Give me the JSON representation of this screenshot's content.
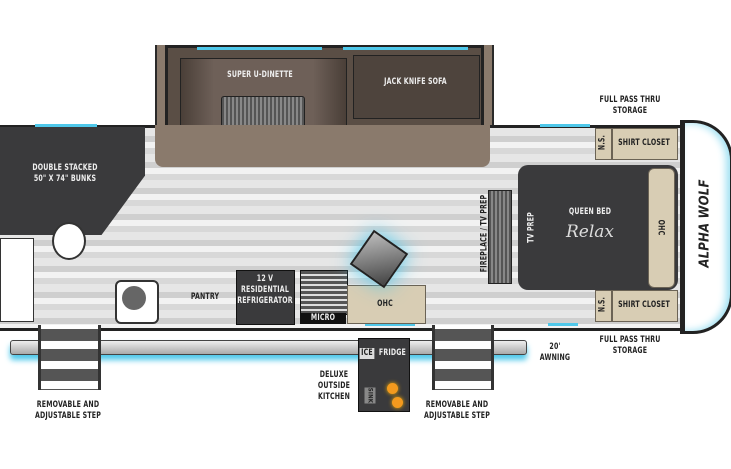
{
  "brand": {
    "logo_text": "ALPHA WOLF",
    "bed_logo": "Relax"
  },
  "rooms": {
    "dinette": "SUPER U-DINETTE",
    "sofa": "JACK KNIFE SOFA",
    "bunks": [
      "DOUBLE STACKED",
      "50\" X 74\" BUNKS"
    ],
    "bed": "QUEEN BED",
    "tv_prep": "TV PREP",
    "fireplace": "FIREPLACE / TV PREP",
    "ohc_bedroom": "OHC",
    "ns_top": "N.S.",
    "ns_bottom": "N.S.",
    "closet_top": "SHIRT CLOSET",
    "closet_bottom": "SHIRT CLOSET",
    "pantry": "PANTRY",
    "fridge": [
      "12 V",
      "RESIDENTIAL",
      "REFRIGERATOR"
    ],
    "micro": "MICRO",
    "ohc_kitchen": "OHC"
  },
  "exterior": {
    "storage_top": [
      "FULL PASS THRU",
      "STORAGE"
    ],
    "storage_bottom": [
      "FULL PASS THRU",
      "STORAGE"
    ],
    "awning": "20' AWNING",
    "outside_kitchen": [
      "DELUXE",
      "OUTSIDE",
      "KITCHEN"
    ],
    "ice": "ICE",
    "kitchen_fridge": "FRIDGE",
    "kitchen_sink": "SINK",
    "step_left": [
      "REMOVABLE AND",
      "ADJUSTABLE STEP"
    ],
    "step_right": [
      "REMOVABLE AND",
      "ADJUSTABLE STEP"
    ]
  },
  "colors": {
    "accent": "#4fc8ea",
    "dark": "#3a3a3c",
    "brown": "#8a7a6c",
    "tan": "#d8cdb4"
  }
}
